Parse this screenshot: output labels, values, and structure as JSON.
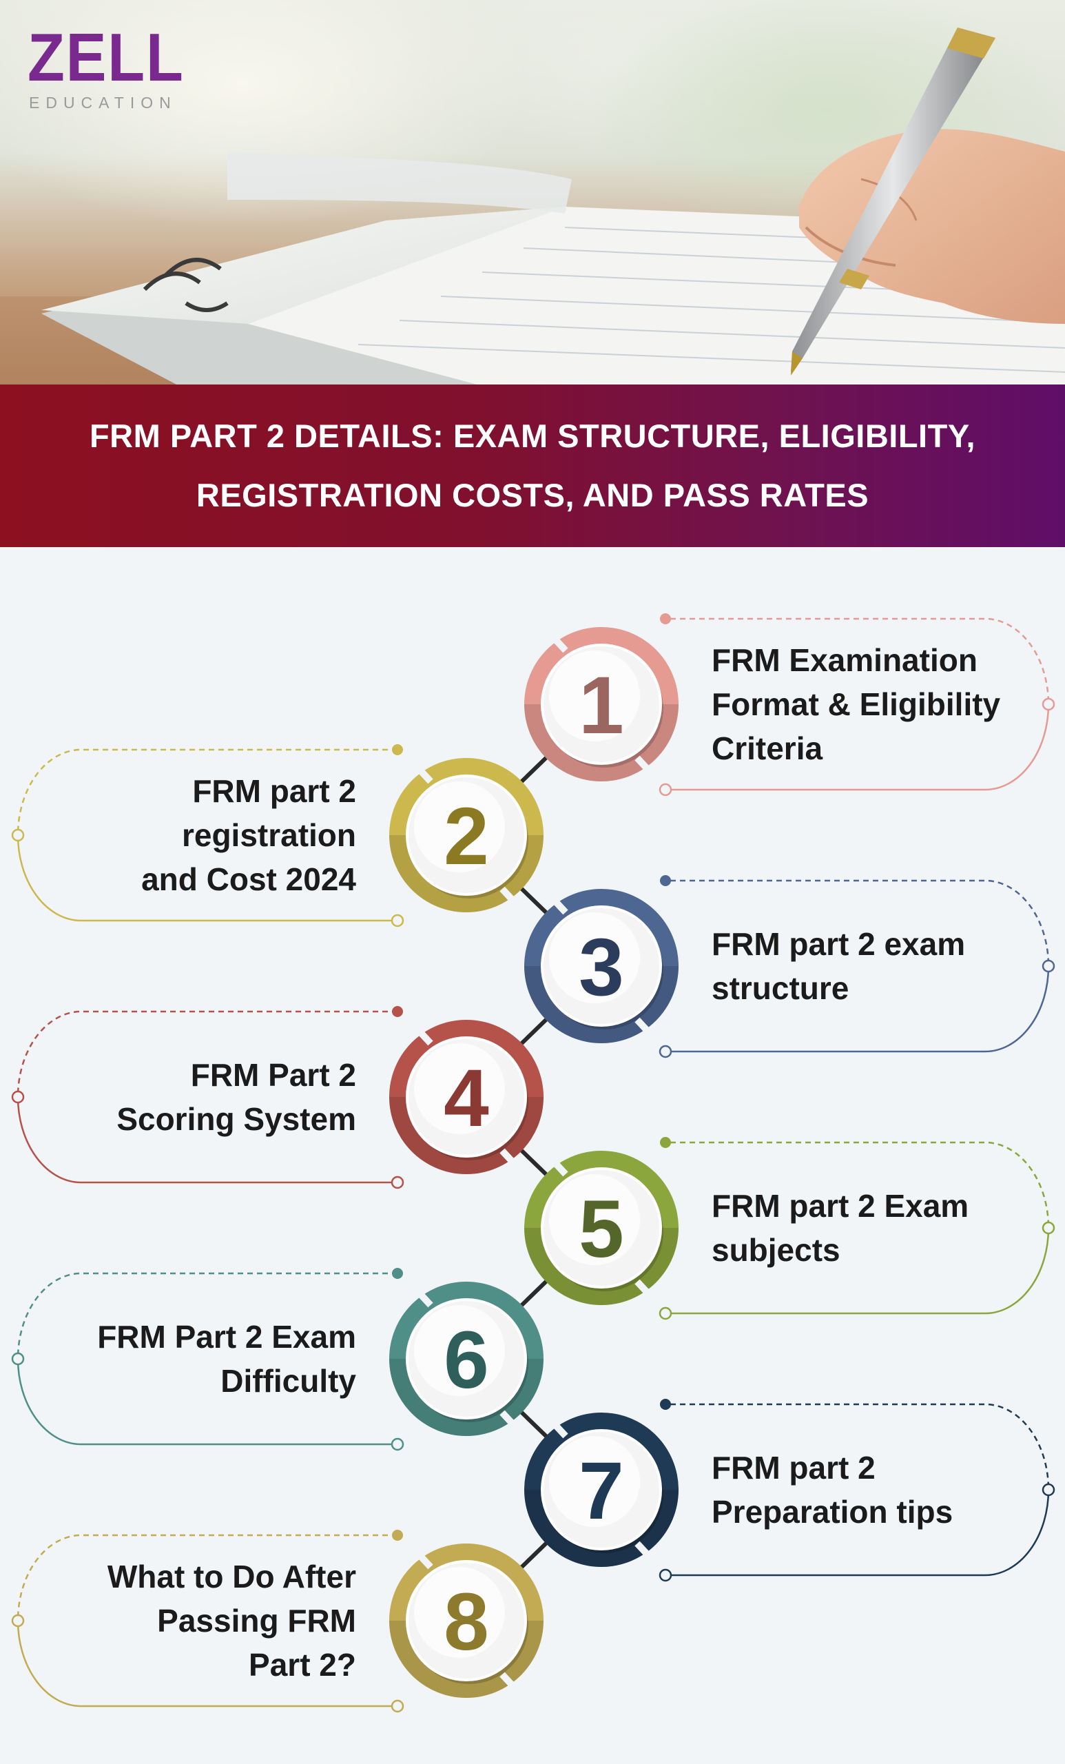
{
  "logo": {
    "word": "ZELL",
    "sub": "EDUCATION"
  },
  "banner": {
    "line1": "FRM PART 2 DETAILS: EXAM STRUCTURE, ELIGIBILITY,",
    "line2": "REGISTRATION COSTS, AND PASS RATES"
  },
  "steps": [
    {
      "number": "1",
      "lines": [
        "FRM Examination",
        "Format & Eligibility",
        "Criteria"
      ],
      "color": "#e59a92",
      "num_color": "#9b6660"
    },
    {
      "number": "2",
      "lines": [
        "FRM part 2",
        "registration",
        "and Cost 2024"
      ],
      "color": "#cdb84e",
      "num_color": "#8c7a22"
    },
    {
      "number": "3",
      "lines": [
        "FRM part 2 exam",
        "structure"
      ],
      "color": "#4d6692",
      "num_color": "#2b3c5c"
    },
    {
      "number": "4",
      "lines": [
        "FRM Part 2",
        "Scoring System"
      ],
      "color": "#b5524a",
      "num_color": "#8a3a33"
    },
    {
      "number": "5",
      "lines": [
        "FRM part 2 Exam",
        "subjects"
      ],
      "color": "#8aa63c",
      "num_color": "#54662a"
    },
    {
      "number": "6",
      "lines": [
        "FRM Part 2 Exam",
        "Difficulty"
      ],
      "color": "#4f8f88",
      "num_color": "#2f5f5a"
    },
    {
      "number": "7",
      "lines": [
        "FRM part 2",
        "Preparation tips"
      ],
      "color": "#1f3a55",
      "num_color": "#1f3a55"
    },
    {
      "number": "8",
      "lines": [
        "What to Do After",
        "Passing FRM",
        "Part 2?"
      ],
      "color": "#c2ab52",
      "num_color": "#8d7a2c"
    }
  ]
}
